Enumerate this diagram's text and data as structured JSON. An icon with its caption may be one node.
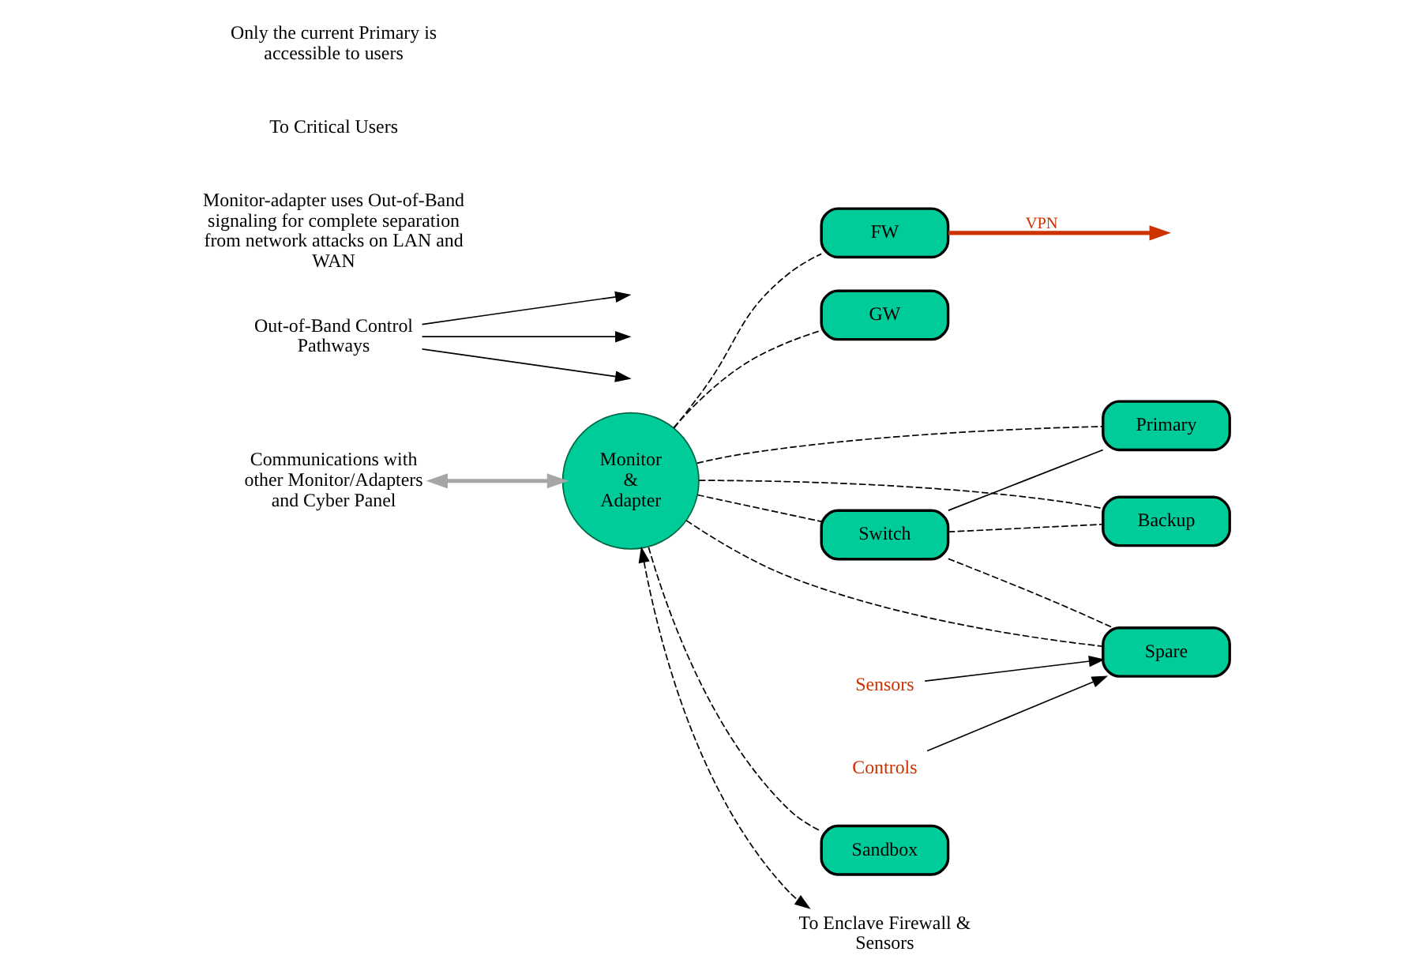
{
  "diagram": {
    "nodes": [
      {
        "text": [
          "Monitor",
          "&",
          "Adapter"
        ]
      },
      {
        "text": [
          "FW"
        ]
      },
      {
        "text": [
          "GW"
        ]
      },
      {
        "text": [
          "Switch"
        ]
      },
      {
        "text": [
          "Primary"
        ]
      },
      {
        "text": [
          "Backup"
        ]
      },
      {
        "text": [
          "Spare"
        ]
      },
      {
        "text": [
          "Sandbox"
        ]
      },
      {
        "text": [
          "Out-of-Band Control Pathways"
        ]
      },
      {
        "text": [
          "To Enclave Firewall & Sensors"
        ]
      },
      {
        "text": [
          "Communications with other Monitor/Adapters and Cyber Panel"
        ]
      },
      {
        "text": [
          "Sensors"
        ]
      },
      {
        "text": [
          "Controls"
        ]
      }
    ],
    "edges": [
      {
        "from": 0,
        "to": 1,
        "arrow": "none",
        "style": "dashed"
      },
      {
        "from": 0,
        "to": 2,
        "arrow": "none",
        "style": "dashed"
      },
      {
        "from": 0,
        "to": 3,
        "arrow": "none",
        "style": "dashed"
      },
      {
        "from": 0,
        "to": 4,
        "arrow": "none",
        "style": "dashed"
      },
      {
        "from": 0,
        "to": 5,
        "arrow": "none",
        "style": "dashed"
      },
      {
        "from": 0,
        "to": 6,
        "arrow": "none",
        "style": "dashed"
      },
      {
        "from": 0,
        "to": 7,
        "arrow": "none",
        "style": "dashed"
      },
      {
        "from": 3,
        "to": 4,
        "arrow": "none"
      },
      {
        "from": 3,
        "to": 5,
        "arrow": "none",
        "style": "dashed"
      },
      {
        "from": 3,
        "to": 6,
        "arrow": "none",
        "style": "dashed"
      },
      {
        "from": 0,
        "to": 9,
        "arrow": "both",
        "style": "dashed"
      },
      {
        "from": 10,
        "to": 0,
        "arrow": "both",
        "style": "thick",
        "color": "#a6a6a6"
      },
      {
        "from": 1,
        "to": null,
        "arrow": "to",
        "label": "VPN",
        "style": "thick",
        "color": "#cc3300"
      },
      {
        "from": 8,
        "to": null,
        "arrow": "to"
      },
      {
        "from": 8,
        "to": null,
        "arrow": "to"
      },
      {
        "from": 8,
        "to": null,
        "arrow": "to"
      },
      {
        "from": 11,
        "to": 6,
        "arrow": "to"
      },
      {
        "from": 12,
        "to": 6,
        "arrow": "to"
      }
    ],
    "labels": [
      "Monitor-adapter uses Out-of-Band signaling for complete separation from network attacks on LAN and WAN",
      "To Critical Users",
      "Only the current Primary is accessible to users"
    ]
  }
}
